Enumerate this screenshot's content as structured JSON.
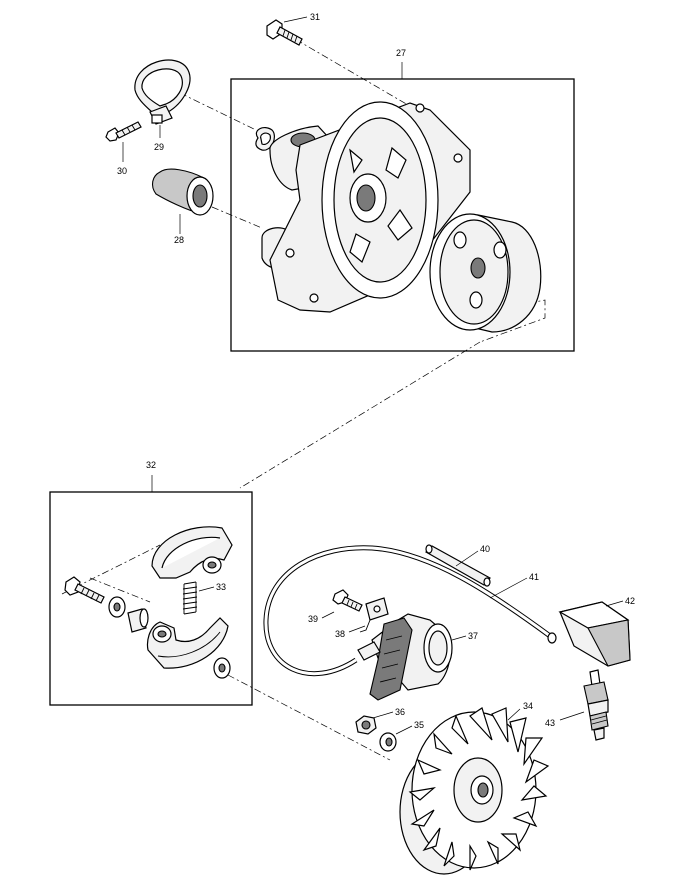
{
  "callouts": {
    "p27": "27",
    "p28": "28",
    "p29": "29",
    "p30": "30",
    "p31": "31",
    "p32": "32",
    "p33": "33",
    "p34": "34",
    "p35": "35",
    "p36": "36",
    "p37": "37",
    "p38": "38",
    "p39": "39",
    "p40": "40",
    "p41": "41",
    "p42": "42",
    "p43": "43"
  }
}
